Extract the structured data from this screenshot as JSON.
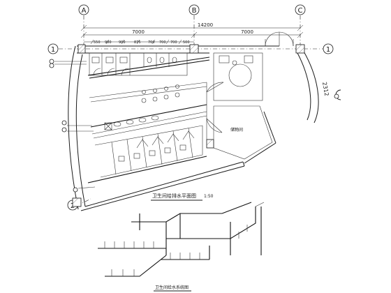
{
  "grid_axes": {
    "columns": [
      "A",
      "B",
      "C"
    ],
    "rows": [
      "1",
      "2"
    ]
  },
  "dimensions": {
    "overall": "14200",
    "bay_left": "7000",
    "bay_right": "7000",
    "curved_side": "2312",
    "small_spans": [
      "550",
      "900",
      "900",
      "875",
      "700",
      "700",
      "700",
      "500"
    ]
  },
  "room_label": "储物间",
  "plan_title": "卫生间给排水平面图",
  "plan_scale": "1:50",
  "system_title": "卫生间给水系统图"
}
